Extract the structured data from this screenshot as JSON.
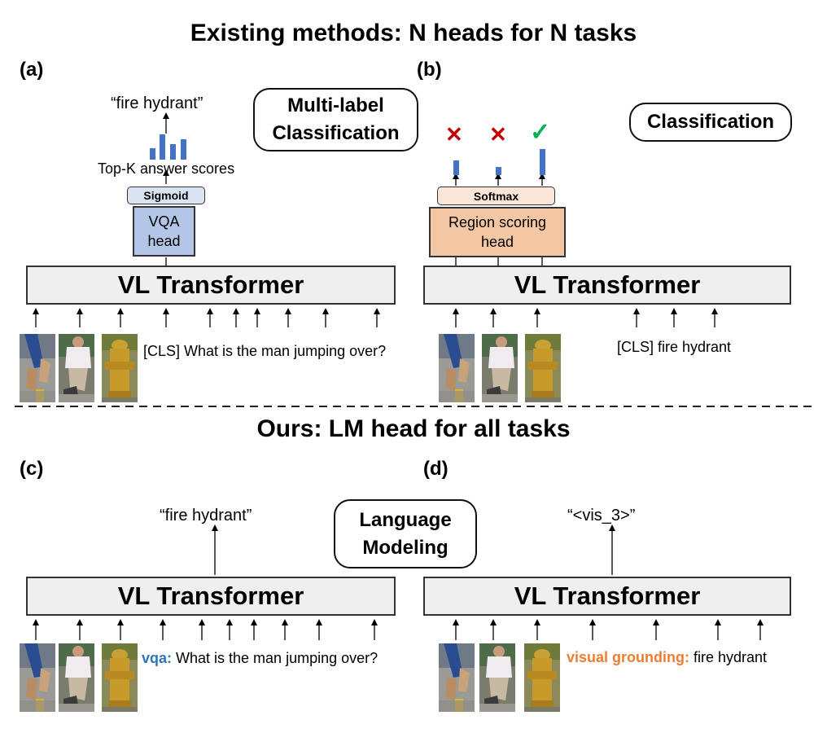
{
  "top_title": "Existing methods: N heads for N tasks",
  "bottom_title": "Ours: LM head for all tasks",
  "common": {
    "transformer_label": "VL Transformer"
  },
  "panel_a": {
    "label": "(a)",
    "output_text": "“fire hydrant”",
    "scores_label": "Top-K answer scores",
    "activation": "Sigmoid",
    "head_line1": "VQA",
    "head_line2": "head",
    "task_line1": "Multi-label",
    "task_line2": "Classification",
    "input_text": "[CLS] What is the man jumping over?",
    "score_bars": [
      0.45,
      1.0,
      0.6,
      0.8
    ]
  },
  "panel_b": {
    "label": "(b)",
    "task": "Classification",
    "activation": "Softmax",
    "head_line1": "Region scoring",
    "head_line2": "head",
    "input_text": "[CLS] fire hydrant",
    "marks": [
      "✕",
      "✕",
      "✓"
    ],
    "region_scores": [
      0.55,
      0.3,
      1.0
    ]
  },
  "panel_c": {
    "label": "(c)",
    "output_text": "“fire hydrant”",
    "task_line1": "Language",
    "task_line2": "Modeling",
    "prefix": "vqa:",
    "input_text": " What is the man jumping over?"
  },
  "panel_d": {
    "label": "(d)",
    "output_text": "“<vis_3>”",
    "prefix": "visual grounding:",
    "input_text": " fire hydrant"
  },
  "colors": {
    "bar_blue": "#4472c4",
    "vqa_head": "#b4c6e7",
    "region_head": "#f4c7a4",
    "prefix_blue": "#2e75b6",
    "prefix_orange": "#ed7d31",
    "cross_red": "#c00000",
    "check_green": "#00b050"
  }
}
